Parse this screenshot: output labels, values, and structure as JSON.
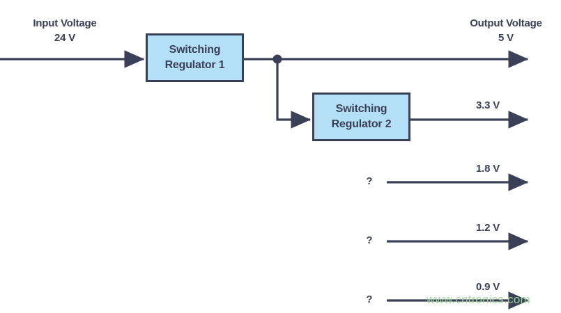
{
  "diagram": {
    "title_hidden": "",
    "colors": {
      "line": "#3a4055",
      "block_fill": "#b3e0f7",
      "block_border": "#3a4055",
      "text": "#3a4055",
      "watermark": "#9ed89a",
      "background": "#ffffff"
    },
    "input": {
      "label_line1": "Input Voltage",
      "label_line2": "24 V"
    },
    "output": {
      "label_line1": "Output Voltage",
      "label_line2": "5 V"
    },
    "blocks": [
      {
        "id": "regulator-1",
        "line1": "Switching",
        "line2": "Regulator 1"
      },
      {
        "id": "regulator-2",
        "line1": "Switching",
        "line2": "Regulator 2"
      }
    ],
    "rails": [
      {
        "id": "rail-5v",
        "voltage": "5 V",
        "source": "Switching Regulator 1",
        "unknown_marker": ""
      },
      {
        "id": "rail-3v3",
        "voltage": "3.3 V",
        "source": "Switching Regulator 2",
        "unknown_marker": ""
      },
      {
        "id": "rail-1v8",
        "voltage": "1.8 V",
        "source": "",
        "unknown_marker": "?"
      },
      {
        "id": "rail-1v2",
        "voltage": "1.2 V",
        "source": "",
        "unknown_marker": "?"
      },
      {
        "id": "rail-0v9",
        "voltage": "0.9 V",
        "source": "",
        "unknown_marker": "?"
      }
    ],
    "watermark": "www.cntronics.com"
  }
}
